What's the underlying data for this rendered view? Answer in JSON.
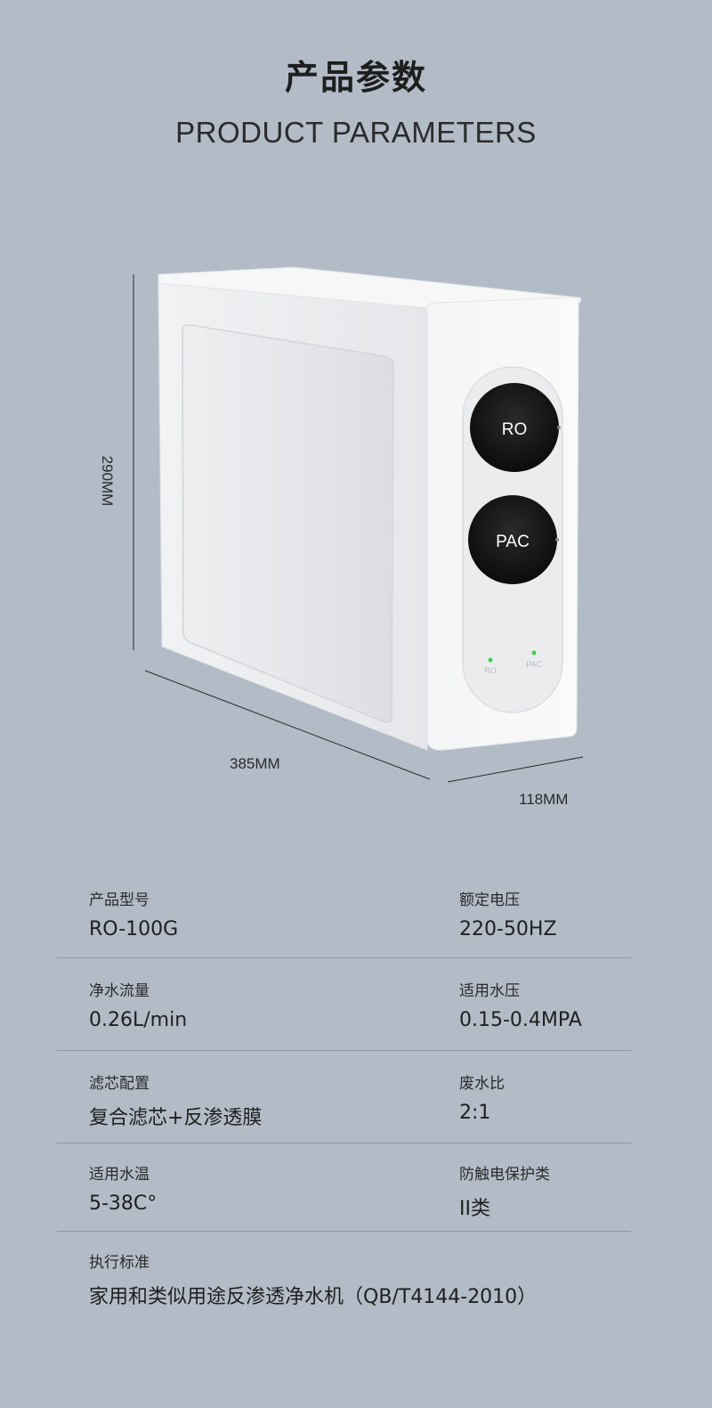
{
  "header": {
    "title_cn": "产品参数",
    "title_en": "PRODUCT PARAMETERS"
  },
  "product": {
    "knob_top_label": "RO",
    "knob_bottom_label": "PAC",
    "indicator_left": "RO",
    "indicator_right": "PAC",
    "dimensions": {
      "height": "290MM",
      "length": "385MM",
      "width": "118MM"
    }
  },
  "params": {
    "rows": [
      {
        "left": {
          "label": "产品型号",
          "value": "RO-100G"
        },
        "right": {
          "label": "额定电压",
          "value": "220-50HZ"
        }
      },
      {
        "left": {
          "label": "净水流量",
          "value": "0.26L/min"
        },
        "right": {
          "label": "适用水压",
          "value": "0.15-0.4MPA"
        }
      },
      {
        "left": {
          "label": "滤芯配置",
          "value": "复合滤芯+反渗透膜"
        },
        "right": {
          "label": "废水比",
          "value": "2:1"
        }
      },
      {
        "left": {
          "label": "适用水温",
          "value": "5-38C°"
        },
        "right": {
          "label": "防触电保护类",
          "value": "II类"
        }
      },
      {
        "left": {
          "label": "执行标准",
          "value": "家用和类似用途反渗透净水机（QB/T4144-2010）"
        }
      }
    ]
  },
  "colors": {
    "background": "#b3bbc6",
    "divider": "#8c95a2",
    "indicator_green": "#3ecf4a"
  }
}
